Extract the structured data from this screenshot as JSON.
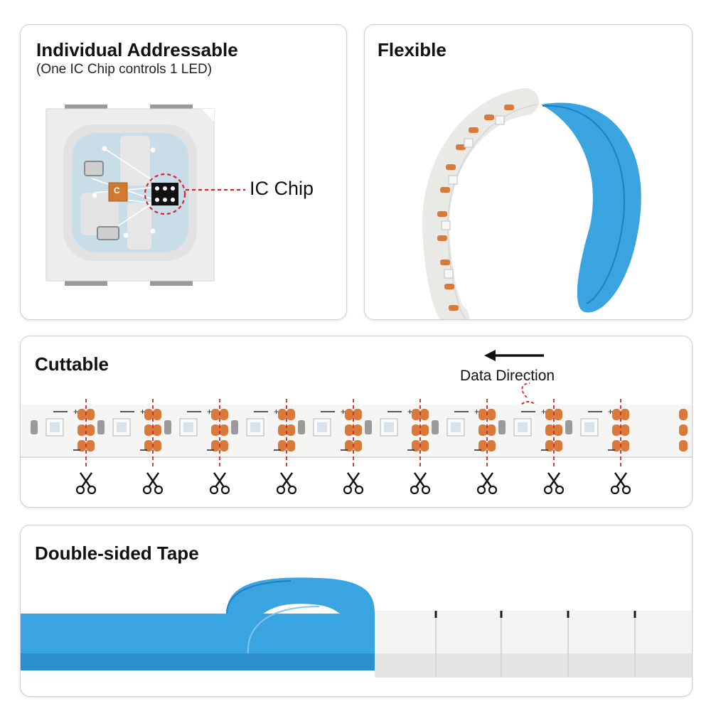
{
  "panels": {
    "addressable": {
      "title": "Individual Addressable",
      "subtitle": "(One IC Chip controls 1 LED)",
      "callout": "IC Chip",
      "chip_letter": "C"
    },
    "flexible": {
      "title": "Flexible"
    },
    "cuttable": {
      "title": "Cuttable",
      "data_direction": "Data Direction",
      "cut_marks": 9
    },
    "tape": {
      "title": "Double-sided Tape"
    }
  },
  "colors": {
    "accent_red": "#d8232a",
    "tape_blue": "#3aa4e0",
    "copper": "#d97a3a",
    "strip_white": "#f5f5f3"
  },
  "icons": [
    "scissors-icon",
    "arrow-left-icon",
    "dashed-arrow-icon"
  ]
}
